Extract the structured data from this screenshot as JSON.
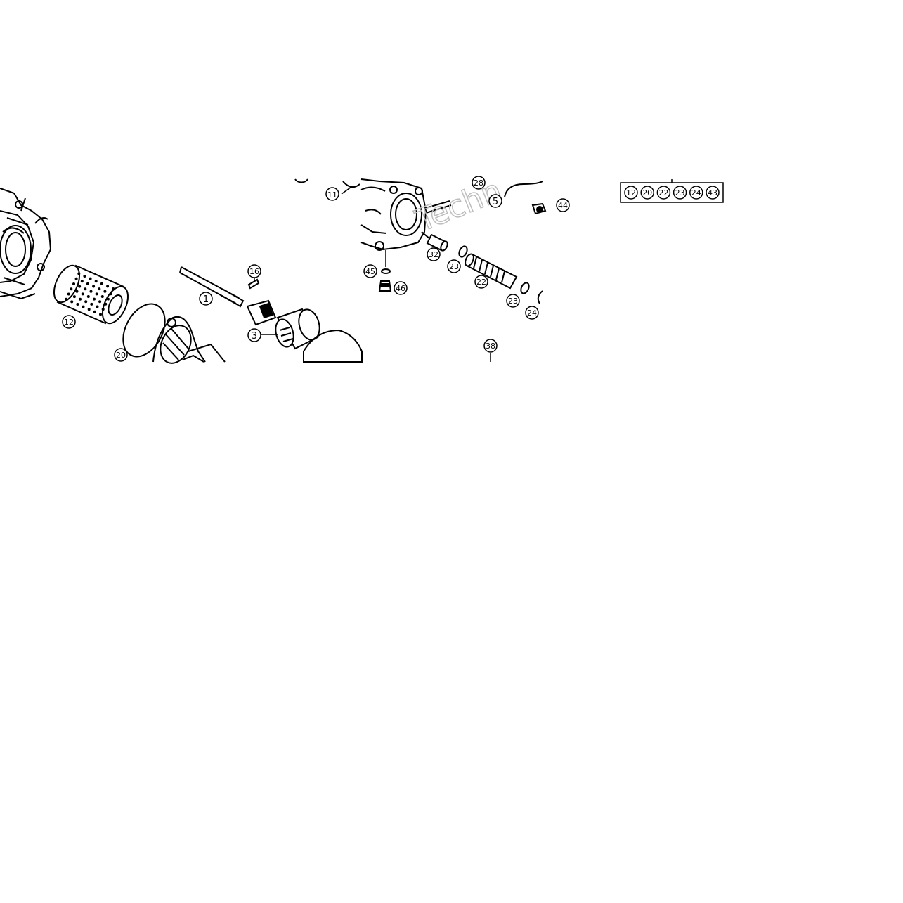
{
  "colors": {
    "ink": "#000000",
    "paper": "#ffffff",
    "watermark": "#bdbdbd"
  },
  "watermark": {
    "text": "Techn"
  },
  "kit_box": {
    "labels": [
      "12",
      "20",
      "22",
      "23",
      "24",
      "43"
    ]
  },
  "callouts": {
    "c1": "1",
    "c3": "3",
    "c5": "5",
    "c11": "11",
    "c12": "12",
    "c16": "16",
    "c20": "20",
    "c22": "22",
    "c23a": "23",
    "c23b": "23",
    "c24": "24",
    "c28": "28",
    "c32": "32",
    "c44": "44",
    "c45": "45",
    "c46": "46",
    "c38": "38"
  }
}
